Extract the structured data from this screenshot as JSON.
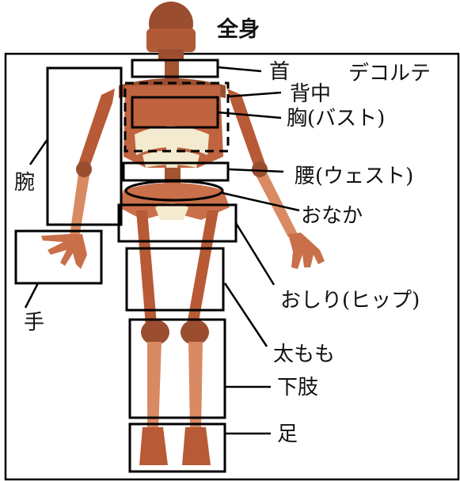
{
  "title": "全身",
  "labels": {
    "neck": "首",
    "decollete": "デコルテ",
    "back": "背中",
    "chest": "胸(バスト)",
    "arm": "腕",
    "waist": "腰(ウェスト)",
    "belly": "おなか",
    "hand": "手",
    "hip": "おしり(ヒップ)",
    "thigh": "太もも",
    "lower_leg": "下肢",
    "foot": "足"
  },
  "colors": {
    "bone_dark": "#8e4a2e",
    "bone_mid": "#c0633f",
    "bone_light": "#d98a63",
    "ribcage_fill": "#f3ead0",
    "outline": "#000000"
  }
}
